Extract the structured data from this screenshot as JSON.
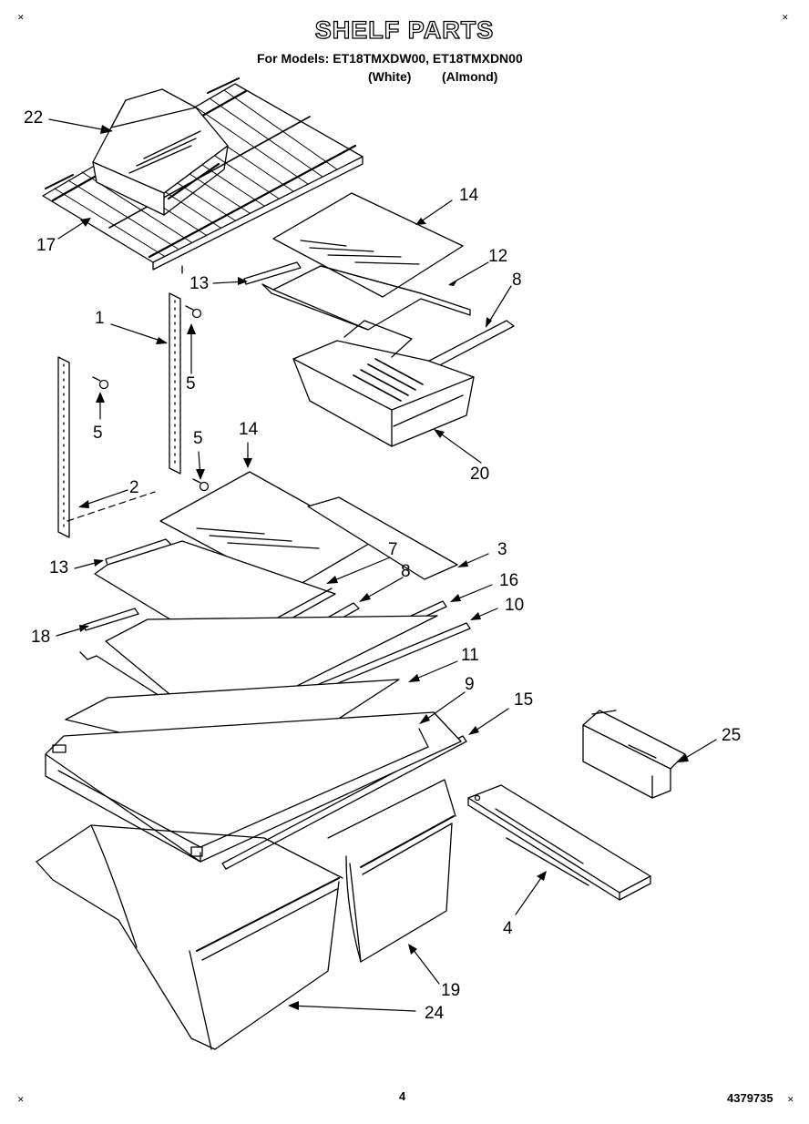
{
  "header": {
    "title": "SHELF PARTS",
    "models_label": "For Models:",
    "models": "ET18TMXDW00, ET18TMXDN00",
    "color_white": "(White)",
    "color_almond": "(Almond)"
  },
  "callouts": {
    "c22": "22",
    "c17": "17",
    "c14a": "14",
    "c12": "12",
    "c13a": "13",
    "c8a": "8",
    "c1": "1",
    "c5a": "5",
    "c5b": "5",
    "c5c": "5",
    "c2": "2",
    "c20": "20",
    "c14b": "14",
    "c3": "3",
    "c7": "7",
    "c13b": "13",
    "c8b": "8",
    "c16": "16",
    "c10": "10",
    "c18": "18",
    "c11": "11",
    "c9": "9",
    "c15": "15",
    "c25": "25",
    "c4": "4",
    "c19": "19",
    "c24": "24"
  },
  "footer": {
    "page_number": "4",
    "part_number": "4379735"
  }
}
